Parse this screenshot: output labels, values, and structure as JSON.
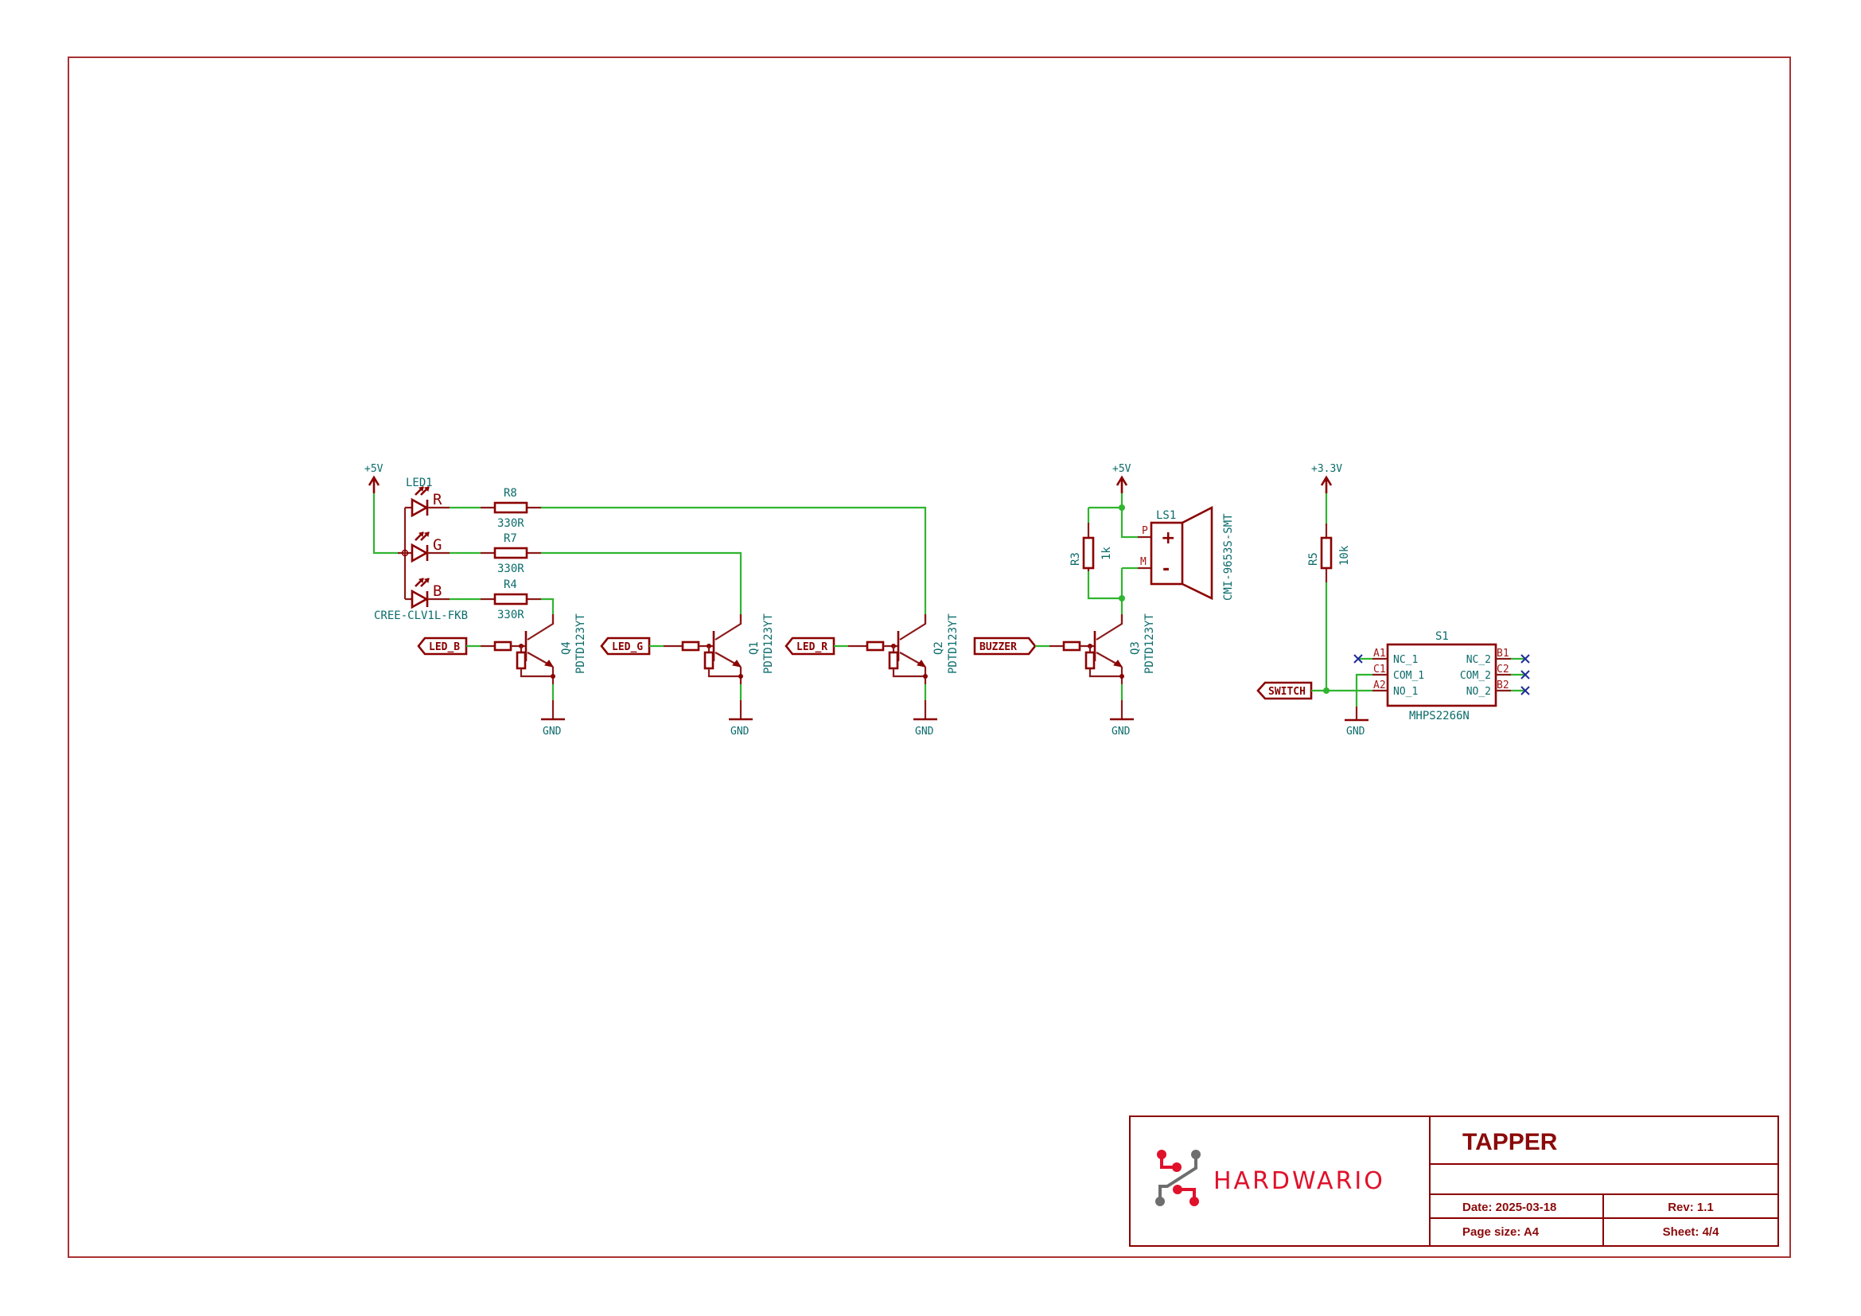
{
  "sheet": {
    "project_title": "TAPPER",
    "subtitle": "",
    "date_label": "Date: 2025-03-18",
    "rev_label": "Rev: 1.1",
    "page_size_label": "Page size: A4",
    "sheet_label": "Sheet: 4/4",
    "brand": "HARDWARIO",
    "colors": {
      "frame": "#a83232",
      "wire": "#2fb52f",
      "symbol": "#8b0000",
      "text": "#0b6b6b",
      "no_connect": "#1f2b9c",
      "brand_red": "#e0112b",
      "brand_gray": "#6e6e6e"
    }
  },
  "power": {
    "led_supply": "+5V",
    "buzzer_supply": "+5V",
    "switch_supply": "+3.3V",
    "gnd": "GND"
  },
  "led": {
    "ref": "LED1",
    "value": "CREE-CLV1L-FKB",
    "channels": [
      "R",
      "G",
      "B"
    ]
  },
  "resistors": [
    {
      "ref": "R8",
      "value": "330R"
    },
    {
      "ref": "R7",
      "value": "330R"
    },
    {
      "ref": "R4",
      "value": "330R"
    },
    {
      "ref": "R3",
      "value": "1k"
    },
    {
      "ref": "R5",
      "value": "10k"
    }
  ],
  "transistors": [
    {
      "ref": "Q4",
      "value": "PDTD123YT",
      "net": "LED_B"
    },
    {
      "ref": "Q1",
      "value": "PDTD123YT",
      "net": "LED_G"
    },
    {
      "ref": "Q2",
      "value": "PDTD123YT",
      "net": "LED_R"
    },
    {
      "ref": "Q3",
      "value": "PDTD123YT",
      "net": "BUZZER"
    }
  ],
  "buzzer": {
    "ref": "LS1",
    "value": "CMI-9653S-SMT",
    "pin_p": "P",
    "pin_m": "M",
    "plus": "+",
    "minus": "-"
  },
  "switch": {
    "ref": "S1",
    "value": "MHPS2266N",
    "net": "SWITCH",
    "left_pins": [
      {
        "num": "A1",
        "name": "NC_1"
      },
      {
        "num": "C1",
        "name": "COM_1"
      },
      {
        "num": "A2",
        "name": "NO_1"
      }
    ],
    "right_pins": [
      {
        "num": "B1",
        "name": "NC_2"
      },
      {
        "num": "C2",
        "name": "COM_2"
      },
      {
        "num": "B2",
        "name": "NO_2"
      }
    ]
  }
}
